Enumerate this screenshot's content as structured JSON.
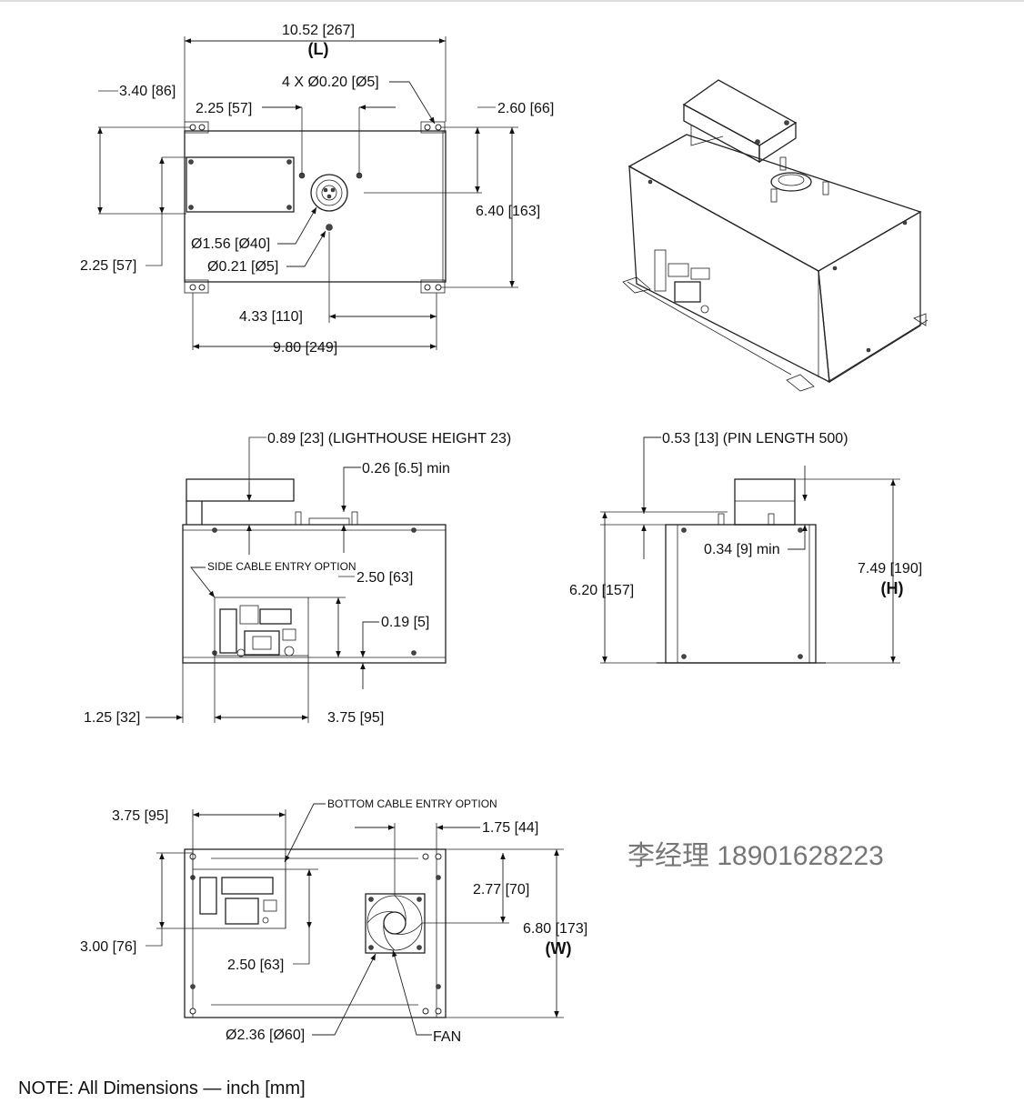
{
  "top_view": {
    "length": "10.52 [267]",
    "length_label": "(L)",
    "holes": "4 X Ø0.20 [Ø5]",
    "dim_3_40": "3.40 [86]",
    "dim_2_25_top": "2.25 [57]",
    "dim_2_60": "2.60 [66]",
    "dim_6_40": "6.40 [163]",
    "dim_lighthouse_dia": "Ø1.56 [Ø40]",
    "dim_pin_dia": "Ø0.21 [Ø5]",
    "dim_2_25_left": "2.25 [57]",
    "dim_4_33": "4.33 [110]",
    "dim_9_80": "9.80 [249]"
  },
  "side_view": {
    "lighthouse_height": "0.89 [23] (LIGHTHOUSE HEIGHT 23)",
    "min_0_26": "0.26 [6.5] min",
    "side_cable": "SIDE CABLE ENTRY OPTION",
    "dim_2_50": "2.50 [63]",
    "dim_0_19": "0.19 [5]",
    "dim_1_25": "1.25 [32]",
    "dim_3_75": "3.75 [95]"
  },
  "end_view": {
    "pin_length": "0.53 [13] (PIN LENGTH 500)",
    "min_0_34": "0.34 [9] min",
    "dim_6_20": "6.20 [157]",
    "height": "7.49 [190]",
    "height_label": "(H)"
  },
  "bottom_view": {
    "dim_3_75": "3.75 [95]",
    "bottom_cable": "BOTTOM CABLE ENTRY OPTION",
    "dim_1_75": "1.75 [44]",
    "dim_2_77": "2.77 [70]",
    "width": "6.80 [173]",
    "width_label": "(W)",
    "dim_3_00": "3.00 [76]",
    "dim_2_50": "2.50 [63]",
    "fan_dia": "Ø2.36 [Ø60]",
    "fan_label": "FAN"
  },
  "contact": "李经理 18901628223",
  "note": "NOTE: All Dimensions — inch [mm]"
}
